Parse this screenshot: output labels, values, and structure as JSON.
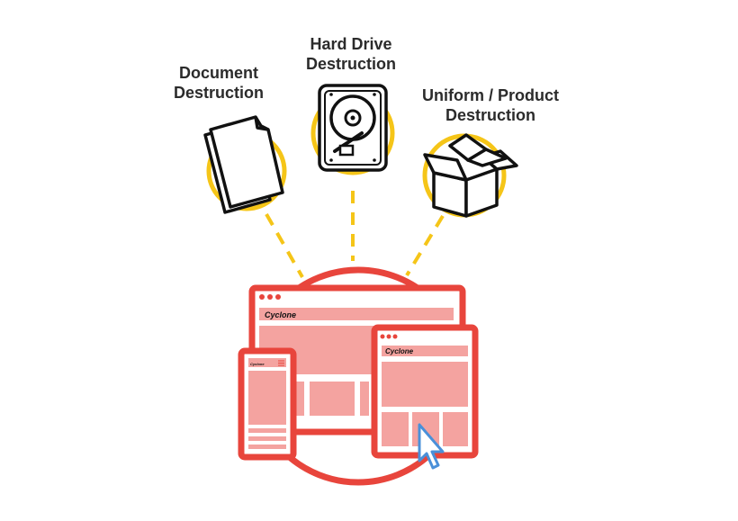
{
  "labels": {
    "document": {
      "line1": "Document",
      "line2": "Destruction"
    },
    "hard_drive": {
      "line1": "Hard Drive",
      "line2": "Destruction"
    },
    "uniform": {
      "line1": "Uniform / Product",
      "line2": "Destruction"
    }
  },
  "brand": {
    "desktop": "Cyclone",
    "tablet": "Cyclone",
    "phone": "Cyclone"
  },
  "colors": {
    "accent_yellow": "#f5c518",
    "accent_red": "#e8453c",
    "fill_pink": "#f4a3a0",
    "outline_black": "#111111"
  },
  "icons": [
    "document-icon",
    "hard-drive-icon",
    "box-icon",
    "cursor-icon"
  ]
}
